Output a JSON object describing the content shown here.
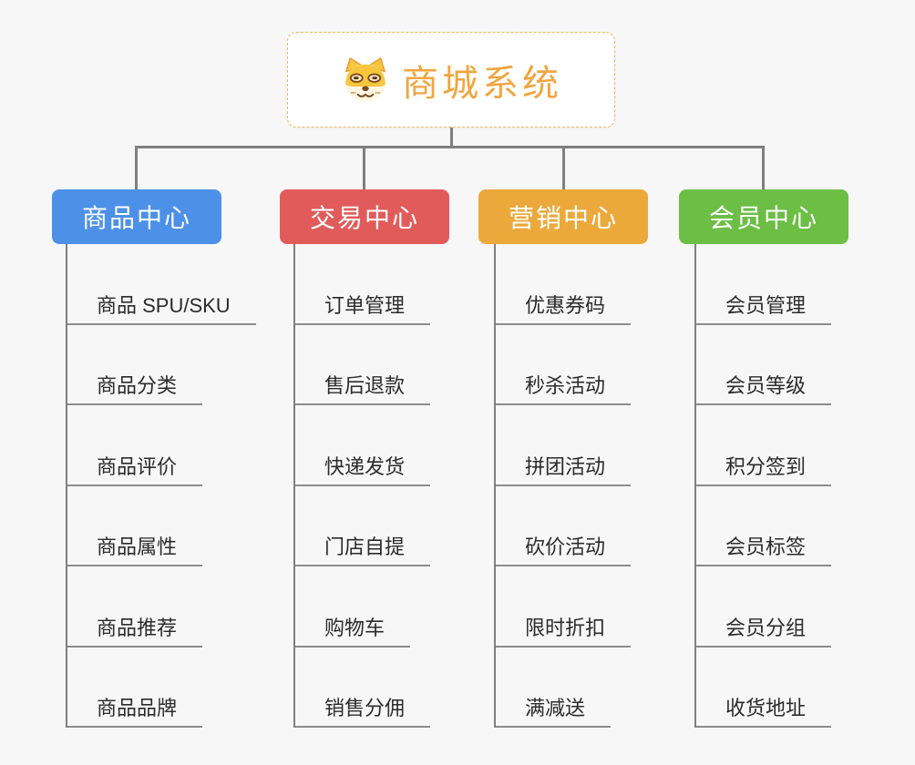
{
  "root": {
    "title": "商城系统",
    "icon": "shiba-dog-icon"
  },
  "branches": [
    {
      "label": "商品中心",
      "color": "#4d90e8",
      "children": [
        "商品 SPU/SKU",
        "商品分类",
        "商品评价",
        "商品属性",
        "商品推荐",
        "商品品牌"
      ]
    },
    {
      "label": "交易中心",
      "color": "#e25b5b",
      "children": [
        "订单管理",
        "售后退款",
        "快递发货",
        "门店自提",
        "购物车",
        "销售分佣"
      ]
    },
    {
      "label": "营销中心",
      "color": "#eba93b",
      "children": [
        "优惠券码",
        "秒杀活动",
        "拼团活动",
        "砍价活动",
        "限时折扣",
        "满减送"
      ]
    },
    {
      "label": "会员中心",
      "color": "#6cbe45",
      "children": [
        "会员管理",
        "会员等级",
        "积分签到",
        "会员标签",
        "会员分组",
        "收货地址"
      ]
    }
  ],
  "colors": {
    "background": "#f7f7f7",
    "connector": "#7f7f7f",
    "leaf_underline": "#8c8c8c",
    "leaf_text": "#2b2b2b",
    "root_text": "#f0a640",
    "root_border_dashed": "#f0b558"
  }
}
